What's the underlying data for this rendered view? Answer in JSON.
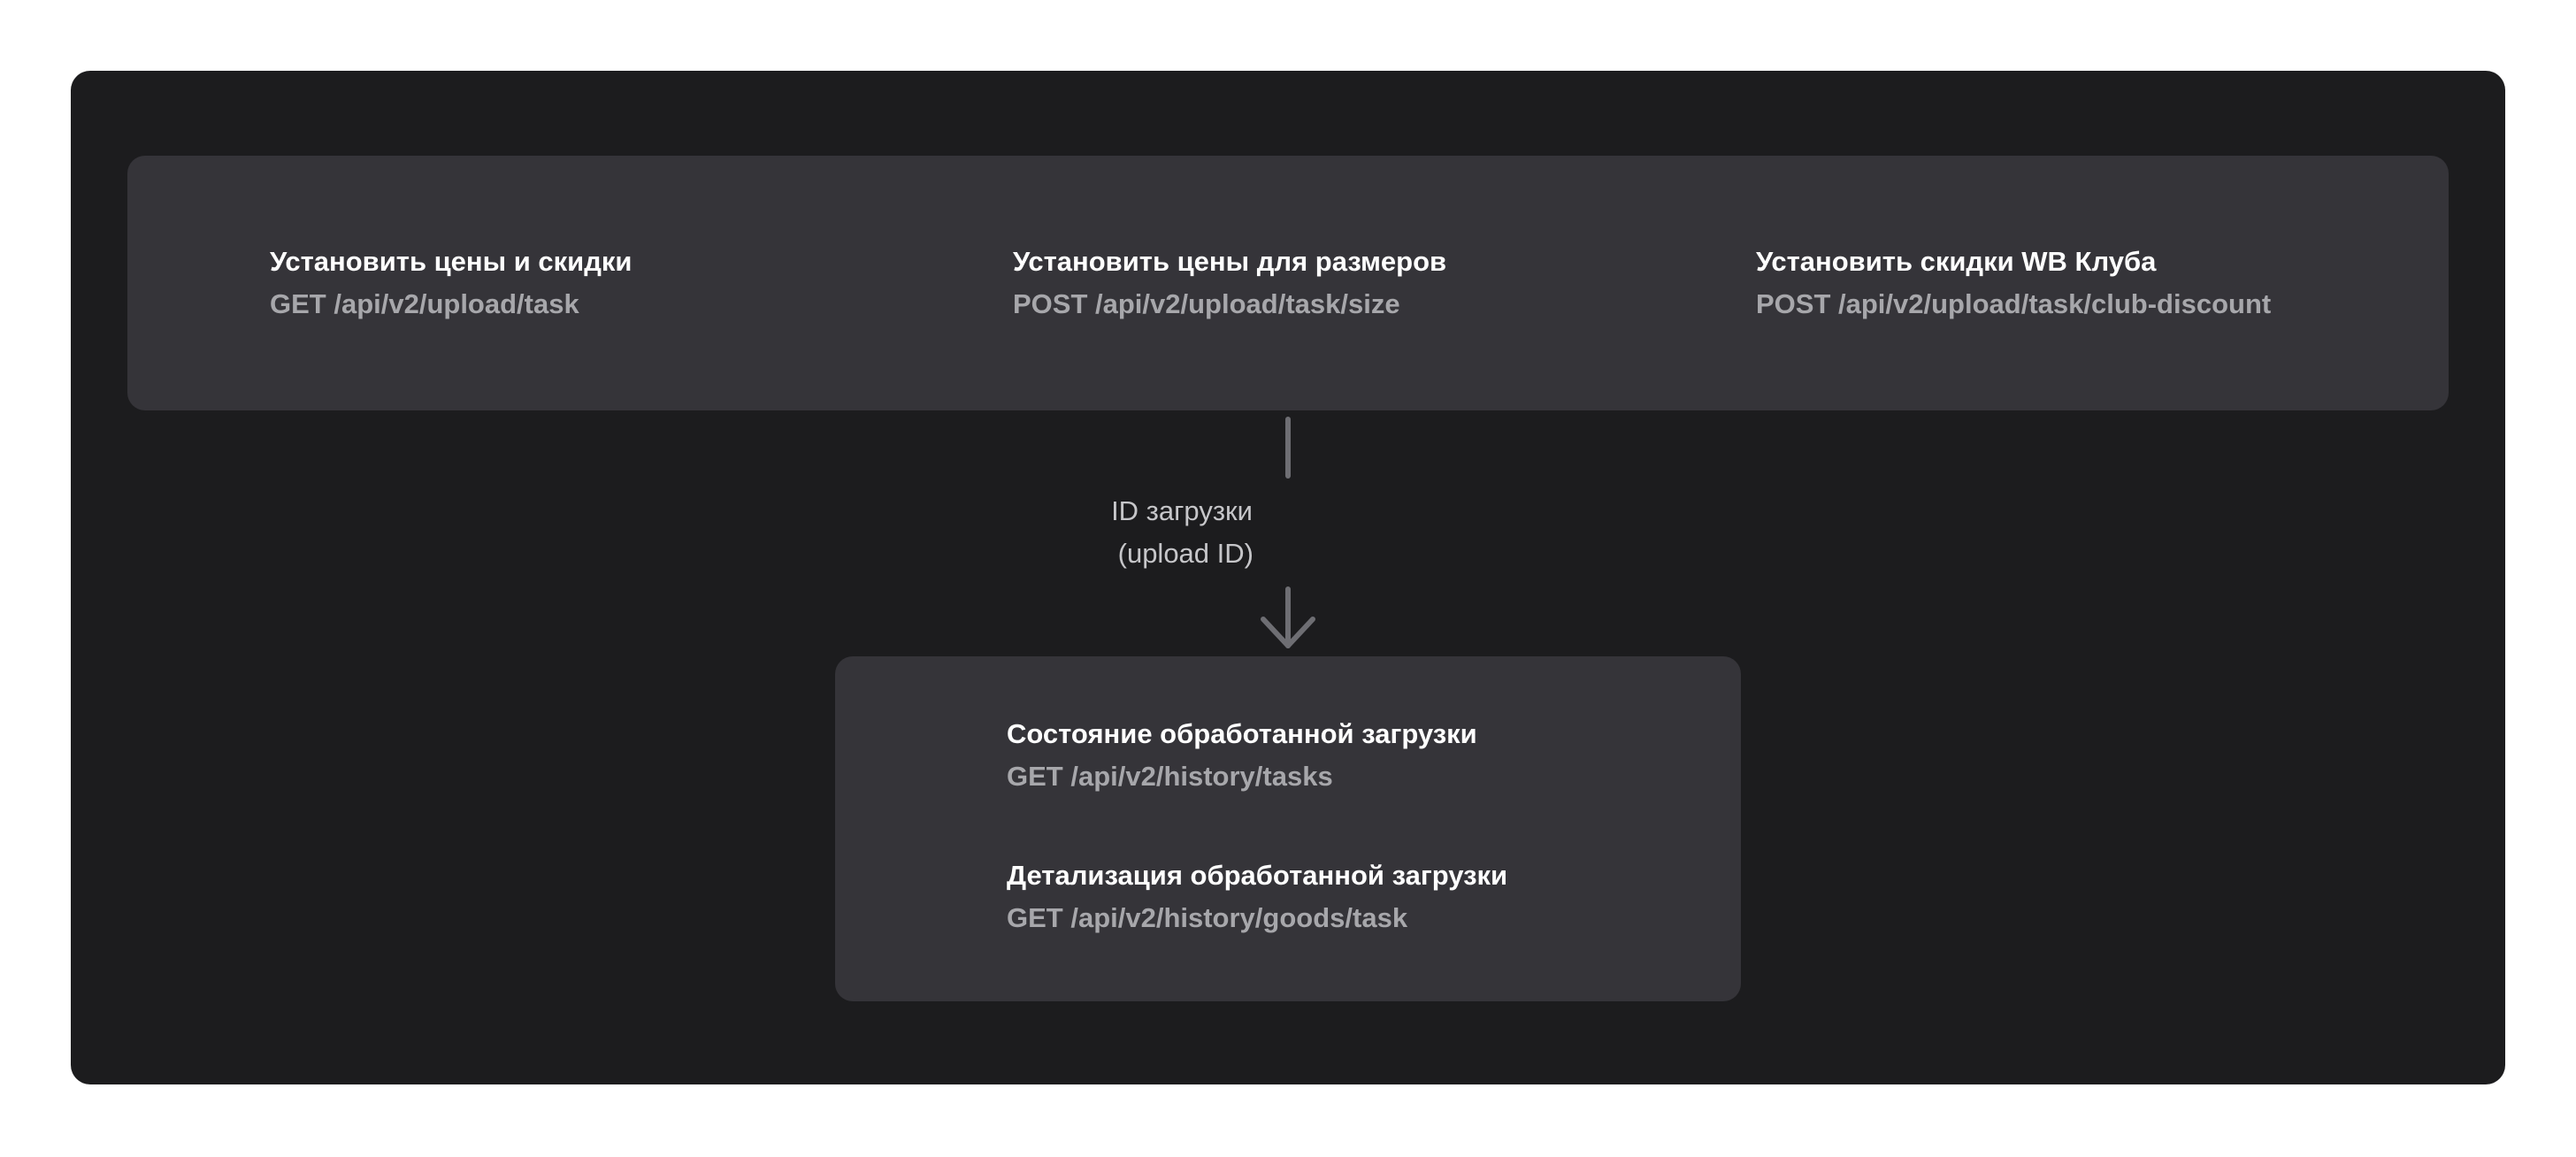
{
  "top_endpoints": [
    {
      "title": "Установить цены и скидки",
      "path": "GET /api/v2/upload/task"
    },
    {
      "title": "Установить цены для размеров",
      "path": "POST /api/v2/upload/task/size"
    },
    {
      "title": "Установить скидки WB Клуба",
      "path": "POST /api/v2/upload/task/club-discount"
    }
  ],
  "connector": {
    "line1": "ID загрузки",
    "line2": " (upload ID)"
  },
  "bottom_endpoints": [
    {
      "title": "Состояние  обработанной загрузки",
      "path": "GET /api/v2/history/tasks"
    },
    {
      "title": "Детализация обработанной загрузки",
      "path": "GET /api/v2/history/goods/task"
    }
  ],
  "colors": {
    "background": "#1c1c1e",
    "panel": "#353439",
    "title_text": "#ffffff",
    "path_text": "#a7a7ab",
    "connector": "#6e6e73"
  }
}
